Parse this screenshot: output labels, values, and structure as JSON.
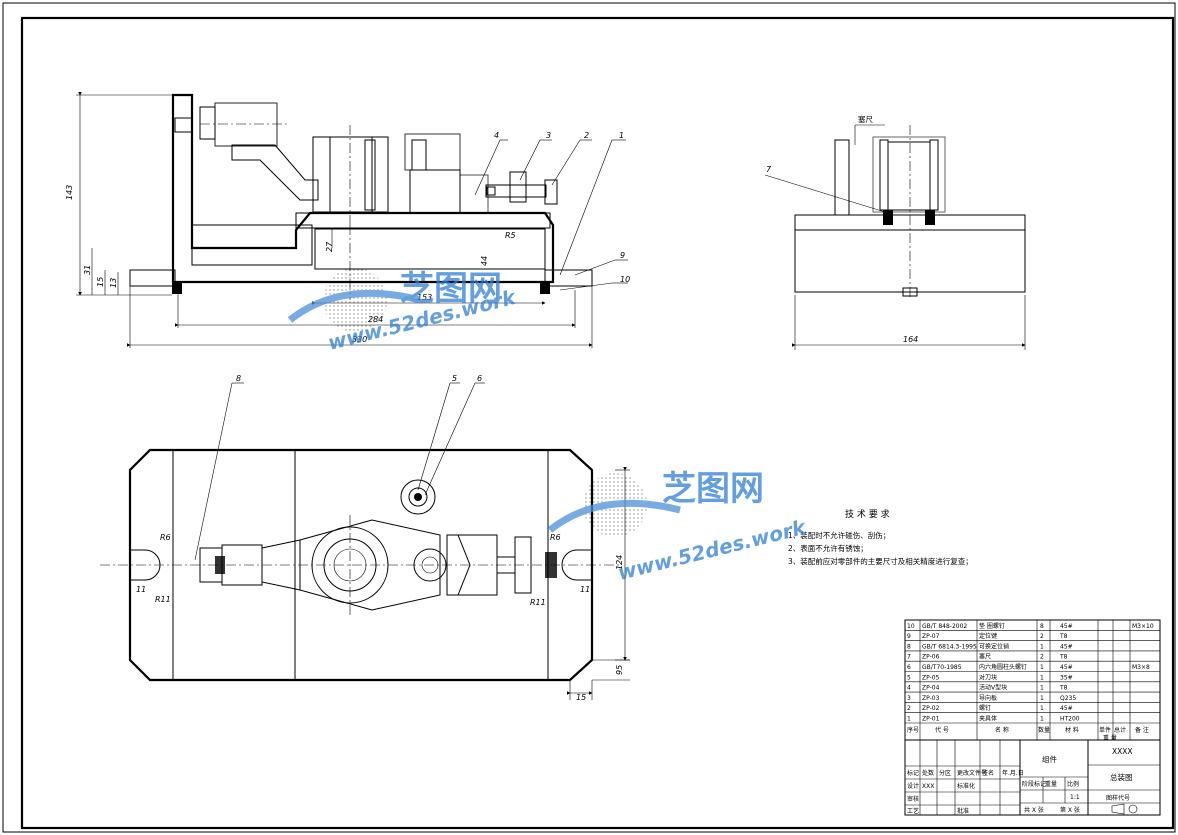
{
  "drawing": {
    "front_view": {
      "dims": [
        "143",
        "31",
        "15",
        "13",
        "153",
        "284",
        "330",
        "27",
        "R5",
        "44"
      ],
      "balloons": [
        "4",
        "3",
        "2",
        "1",
        "9",
        "10"
      ]
    },
    "side_view": {
      "dims": [
        "164"
      ],
      "label_top": "塞尺",
      "balloons": [
        "7"
      ]
    },
    "top_view": {
      "dims": [
        "R6",
        "R11",
        "11",
        "R6",
        "R11",
        "11",
        "124",
        "15",
        "95"
      ],
      "balloons": [
        "8",
        "5",
        "6"
      ]
    },
    "tech_req": {
      "title": "技 术 要 求",
      "lines": [
        "1、装配时不允许碰伤、刮伤；",
        "2、表面不允许有锈蚀；",
        "3、装配前应对零部件的主要尺寸及相关精度进行复查；"
      ]
    },
    "watermark": {
      "brand": "芝图网",
      "url": "www.52des.work"
    },
    "bom": {
      "rows": [
        {
          "no": "10",
          "code": "GB/T 848-2002",
          "name": "垫 圈螺钉",
          "qty": "8",
          "mat": "45#",
          "note": "M3×10"
        },
        {
          "no": "9",
          "code": "ZP-07",
          "name": "定位键",
          "qty": "2",
          "mat": "T8",
          "note": ""
        },
        {
          "no": "8",
          "code": "GB/T 6814.3-1995",
          "name": "可换定位销",
          "qty": "1",
          "mat": "45#",
          "note": ""
        },
        {
          "no": "7",
          "code": "ZP-06",
          "name": "塞尺",
          "qty": "2",
          "mat": "T8",
          "note": ""
        },
        {
          "no": "6",
          "code": "GB/T70-1985",
          "name": "内六角圆柱头螺钉",
          "qty": "1",
          "mat": "45#",
          "note": "M3×8"
        },
        {
          "no": "5",
          "code": "ZP-05",
          "name": "对刀块",
          "qty": "1",
          "mat": "35#",
          "note": ""
        },
        {
          "no": "4",
          "code": "ZP-04",
          "name": "活动V型块",
          "qty": "1",
          "mat": "T8",
          "note": ""
        },
        {
          "no": "3",
          "code": "ZP-03",
          "name": "导向板",
          "qty": "1",
          "mat": "Q235",
          "note": ""
        },
        {
          "no": "2",
          "code": "ZP-02",
          "name": "螺钉",
          "qty": "1",
          "mat": "45#",
          "note": ""
        },
        {
          "no": "1",
          "code": "ZP-01",
          "name": "夹具体",
          "qty": "1",
          "mat": "HT200",
          "note": ""
        }
      ],
      "header": {
        "no": "序号",
        "code": "代 号",
        "name": "名 称",
        "qty": "数量",
        "mat": "材 料",
        "unit_wt": "单件",
        "total_wt": "总计",
        "weight": "重 量",
        "note": "备 注"
      }
    },
    "title_block": {
      "part_name": "组件",
      "title": "XXXX",
      "drawing_type": "总装图",
      "designer_label": "设计",
      "designer": "XXX",
      "std_label": "标准化",
      "review_label": "审核",
      "process_label": "工艺",
      "approve_label": "批准",
      "mark_label": "标记",
      "count_label": "处数",
      "zone_label": "分区",
      "change_label": "更改文件号",
      "sign_label": "签名",
      "date_label": "年.月.日",
      "stage_label": "阶段标记",
      "weight_label": "重量",
      "scale_label": "比例",
      "scale": "1:1",
      "sheets": "共  X  张",
      "sheet": "第  X  张",
      "code_label": "图样代号"
    }
  }
}
